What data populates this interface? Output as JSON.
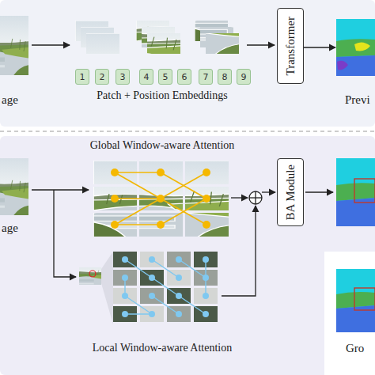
{
  "diagram": {
    "nodes": [
      {
        "text": [
          "age"
        ]
      },
      {
        "text": [
          "1"
        ]
      },
      {
        "text": [
          "2"
        ]
      },
      {
        "text": [
          "3"
        ]
      },
      {
        "text": [
          "4"
        ]
      },
      {
        "text": [
          "5"
        ]
      },
      {
        "text": [
          "6"
        ]
      },
      {
        "text": [
          "7"
        ]
      },
      {
        "text": [
          "8"
        ]
      },
      {
        "text": [
          "9"
        ]
      },
      {
        "text": [
          "Transformer"
        ]
      },
      {
        "text": [
          "Previ"
        ]
      },
      {
        "text": [
          "age"
        ]
      },
      {
        "text": [
          "BA Module"
        ]
      },
      {
        "text": [
          "Gro"
        ]
      }
    ],
    "edges": [
      {
        "from": 10,
        "to": 11,
        "arrow": "to"
      }
    ],
    "labels": [
      "Patch + Position Embeddings",
      "Global Window-aware Attention",
      "Local Window-aware Attention"
    ]
  }
}
